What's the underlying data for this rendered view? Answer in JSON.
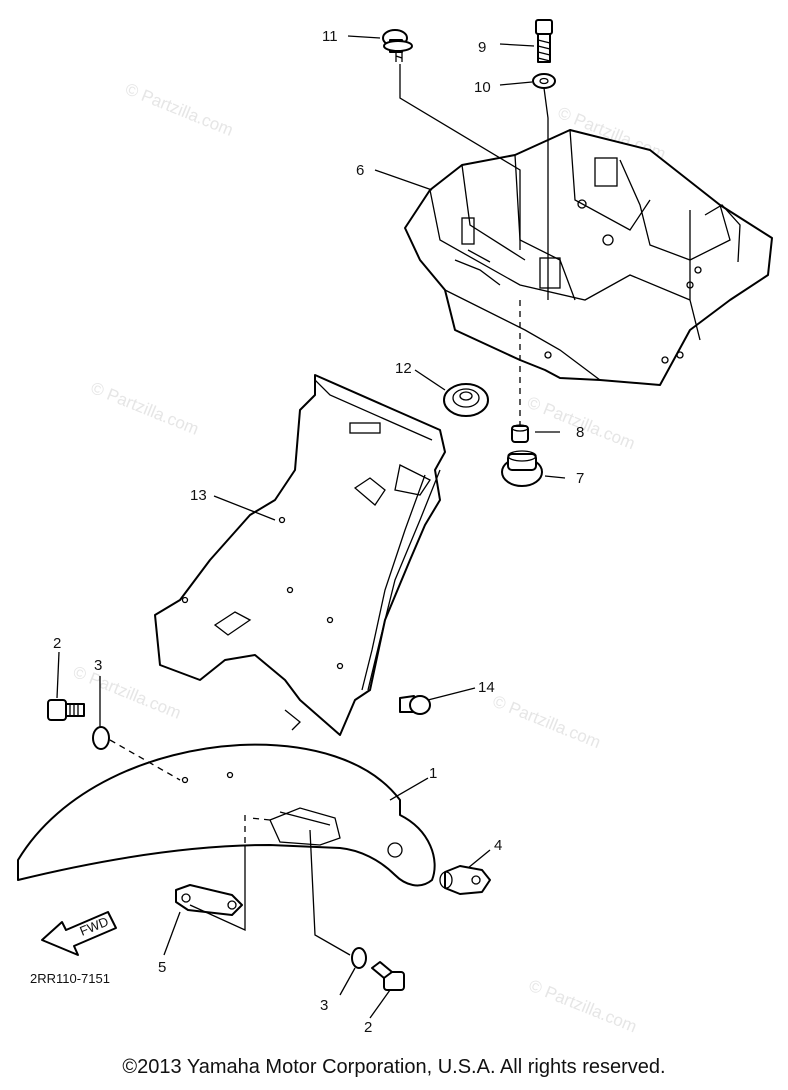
{
  "diagram": {
    "callouts": [
      {
        "id": "c11",
        "text": "11"
      },
      {
        "id": "c9",
        "text": "9"
      },
      {
        "id": "c10",
        "text": "10"
      },
      {
        "id": "c6",
        "text": "6"
      },
      {
        "id": "c12",
        "text": "12"
      },
      {
        "id": "c8",
        "text": "8"
      },
      {
        "id": "c7",
        "text": "7"
      },
      {
        "id": "c13",
        "text": "13"
      },
      {
        "id": "c2a",
        "text": "2"
      },
      {
        "id": "c3a",
        "text": "3"
      },
      {
        "id": "c14",
        "text": "14"
      },
      {
        "id": "c1",
        "text": "1"
      },
      {
        "id": "c4",
        "text": "4"
      },
      {
        "id": "c5",
        "text": "5"
      },
      {
        "id": "c3b",
        "text": "3"
      },
      {
        "id": "c2b",
        "text": "2"
      }
    ],
    "fwd_label": "FWD",
    "drawing_code": "2RR110-7151",
    "watermark": "© Partzilla.com"
  },
  "footer": {
    "copyright": "©2013  Yamaha Motor Corporation, U.S.A. All rights reserved."
  }
}
